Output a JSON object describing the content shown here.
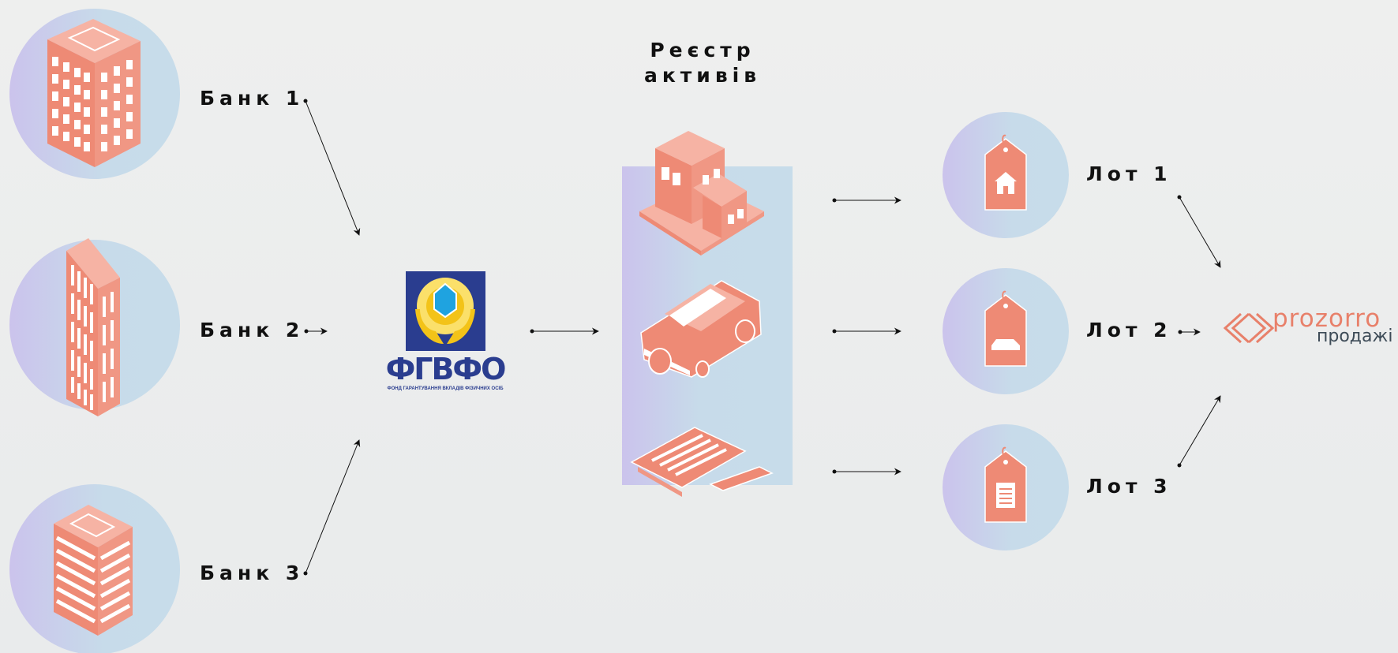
{
  "title": "Реєстр активів",
  "banks": [
    {
      "label": "Банк 1",
      "icon": "office-building-icon"
    },
    {
      "label": "Банк 2",
      "icon": "tower-building-icon"
    },
    {
      "label": "Банк 3",
      "icon": "striped-building-icon"
    }
  ],
  "fund": {
    "name": "ФГВФО",
    "subtitle": "ФОНД ГАРАНТУВАННЯ ВКЛАДІВ ФІЗИЧНИХ ОСІБ",
    "logo_colors": {
      "blue": "#2a3d8f",
      "yellow": "#f3c318",
      "diamond": "#1fa3e0"
    }
  },
  "assets": [
    {
      "icon": "house-icon"
    },
    {
      "icon": "car-icon"
    },
    {
      "icon": "documents-icon"
    }
  ],
  "lots": [
    {
      "label": "Лот 1",
      "icon": "house-tag-icon"
    },
    {
      "label": "Лот 2",
      "icon": "car-tag-icon"
    },
    {
      "label": "Лот 3",
      "icon": "document-tag-icon"
    }
  ],
  "platform": {
    "name": "prozorro",
    "subtitle": "продажі"
  },
  "colors": {
    "accent": "#ee8a75",
    "circle_start": "#c9c2ea",
    "circle_end": "#c6dcea",
    "text": "#111111"
  }
}
